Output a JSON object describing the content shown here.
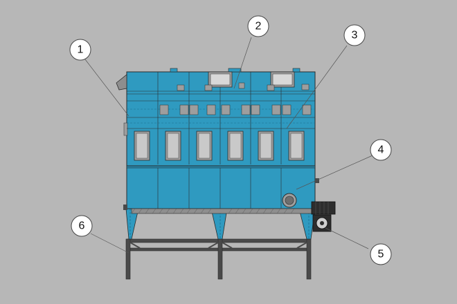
{
  "drawing": {
    "colors": {
      "background": "#b7b7b7",
      "body": "#2f9ac0",
      "body_dark": "#2688ad",
      "outline": "#2b2b2b",
      "hatch": "#8e8e8e",
      "frame": "#4a4a4a",
      "motor": "#2d2d2d",
      "callout_fill": "#ffffff"
    },
    "callouts": [
      {
        "label": "1"
      },
      {
        "label": "2"
      },
      {
        "label": "3"
      },
      {
        "label": "4"
      },
      {
        "label": "5"
      },
      {
        "label": "6"
      }
    ]
  }
}
